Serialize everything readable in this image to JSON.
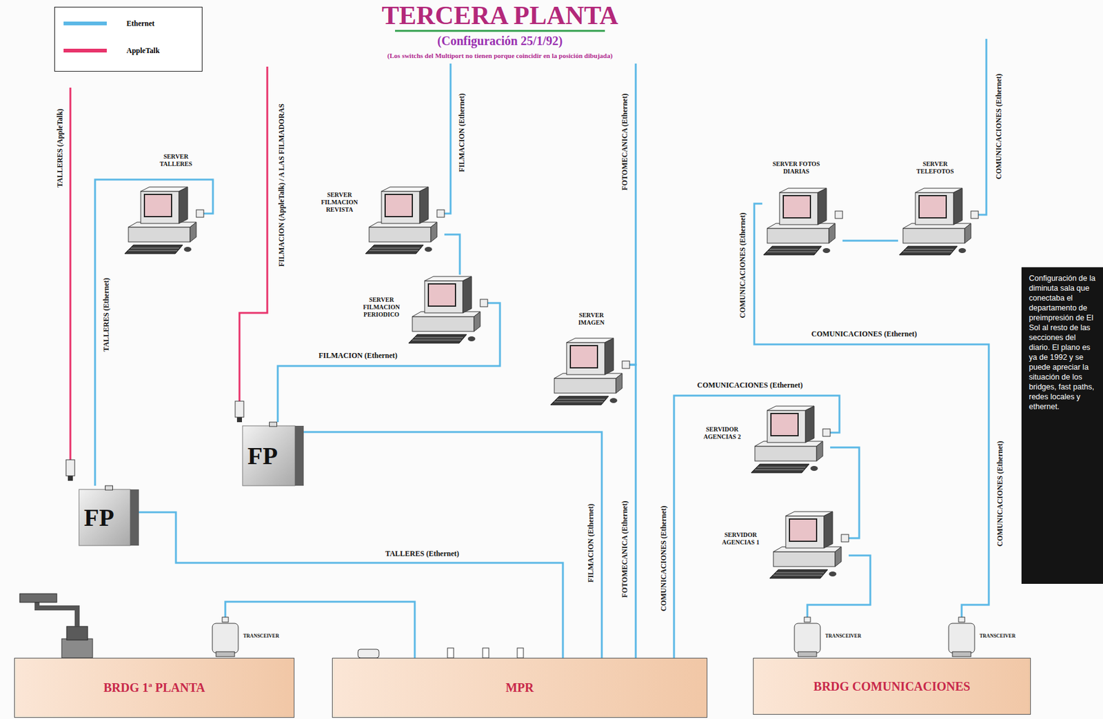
{
  "diagram": {
    "title": "TERCERA PLANTA",
    "caption": "Configuración de la diminuta sala que conectaba el departamento de preimpresión de El Sol al resto de las secciones del diario. El plano es ya de 1992 y se puede apreciar la situación de los bridges, fast paths, redes locales y ethernet.",
    "nodes": [
      {
        "text": [
          "SERVER TALLERES"
        ]
      },
      {
        "text": [
          "SERVER FILMACION REVISTA"
        ]
      },
      {
        "text": [
          "SERVER FILMACION PERIODICO"
        ]
      },
      {
        "text": [
          "SERVER IMAGEN"
        ]
      },
      {
        "text": [
          "SERVER FOTOS DIARIAS"
        ]
      },
      {
        "text": [
          "SERVER TELEFOTOS"
        ]
      },
      {
        "text": [
          "SERVIDOR AGENCIAS 2"
        ]
      },
      {
        "text": [
          "SERVIDOR AGENCIAS 1"
        ]
      },
      {
        "text": [
          "FP"
        ]
      },
      {
        "text": [
          "FP"
        ]
      },
      {
        "text": [
          "TRANSCEIVER"
        ]
      },
      {
        "text": [
          "TRANSCEIVER"
        ]
      },
      {
        "text": [
          "TRANSCEIVER"
        ]
      },
      {
        "text": [
          "BRDG 1ª PLANTA"
        ]
      },
      {
        "text": [
          "MPR"
        ]
      },
      {
        "text": [
          "BRDG COMUNICACIONES"
        ]
      }
    ],
    "edges": [
      {
        "from": 0,
        "to": 8,
        "label": "TALLERES (Ethernet)",
        "arrow": "none"
      },
      {
        "from": 8,
        "to": 14,
        "label": "TALLERES (Ethernet)",
        "arrow": "none"
      },
      {
        "from": 10,
        "to": 14,
        "arrow": "none"
      },
      {
        "from": 1,
        "to": 2,
        "arrow": "none"
      },
      {
        "from": 9,
        "to": 2,
        "label": "FILMACION (Ethernet)",
        "arrow": "none"
      },
      {
        "from": 9,
        "to": 14,
        "label": "FILMACION (Ethernet)",
        "arrow": "none"
      },
      {
        "from": 3,
        "to": 14,
        "label": "FOTOMECANICA (Ethernet)",
        "arrow": "none"
      },
      {
        "from": 14,
        "to": 6,
        "label": "COMUNICACIONES (Ethernet)",
        "arrow": "none"
      },
      {
        "from": 6,
        "to": 7,
        "arrow": "none"
      },
      {
        "from": 7,
        "to": 11,
        "arrow": "none"
      },
      {
        "from": 4,
        "to": 5,
        "arrow": "none"
      },
      {
        "from": 4,
        "to": 12,
        "label": "COMUNICACIONES (Ethernet)",
        "arrow": "none"
      }
    ],
    "labels": [
      "(Configuración 25/1/92)",
      "(Los switchs del Multiport no tienen porque coincidir en la posición dibujada)",
      "TALLERES (AppleTalk)",
      "FILMACION (AppleTalk) / A LAS FILMADORAS",
      "FILMACION (Ethernet)",
      "FOTOMECANICA (Ethernet)",
      "COMUNICACIONES (Ethernet)",
      "COMUNICACIONES (Ethernet)",
      "COMUNICACIONES (Ethernet)",
      "COMUNICACIONES (Ethernet)"
    ],
    "legend": [
      {
        "text": "Ethernet",
        "color": "#5bb8e6"
      },
      {
        "text": "AppleTalk",
        "color": "#e8336b"
      }
    ]
  }
}
